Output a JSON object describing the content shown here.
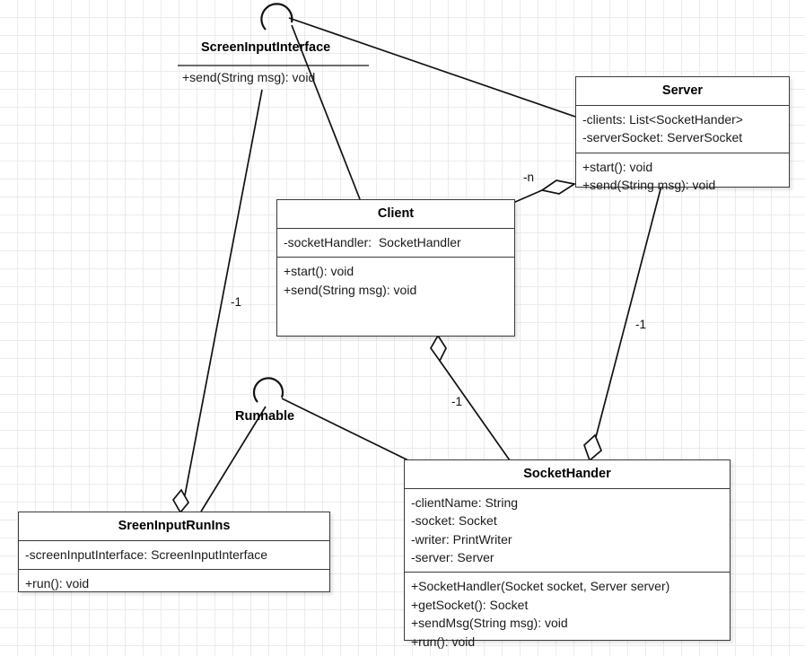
{
  "diagram": {
    "title": "Client-Server Socket UML Class Diagram",
    "type": "uml-class-diagram",
    "background_grid": true,
    "line_color": "#222222",
    "box_border_color": "#3a3a3a",
    "box_fill": "#ffffff"
  },
  "interfaces": [
    {
      "id": "screen-input-interface",
      "name": "ScreenInputInterface",
      "operations": [
        "+send(String msg): void"
      ]
    },
    {
      "id": "runnable",
      "name": "Runnable",
      "operations": []
    }
  ],
  "classes": [
    {
      "id": "server",
      "name": "Server",
      "attributes": [
        "-clients: List<SocketHander>",
        "-serverSocket: ServerSocket"
      ],
      "operations": [
        "+start(): void",
        "+send(String msg): void"
      ]
    },
    {
      "id": "client",
      "name": "Client",
      "attributes": [
        "-socketHandler:  SocketHandler"
      ],
      "operations": [
        "+start(): void",
        "+send(String msg): void"
      ]
    },
    {
      "id": "socket-hander",
      "name": "SocketHander",
      "attributes": [
        "-clientName: String",
        "-socket: Socket",
        "-writer: PrintWriter",
        "-server: Server"
      ],
      "operations": [
        "+SocketHandler(Socket socket, Server server)",
        "+getSocket(): Socket",
        "+sendMsg(String msg): void",
        "+run(): void"
      ]
    },
    {
      "id": "sreen-input-runins",
      "name": "SreenInputRunIns",
      "attributes": [
        "-screenInputInterface: ScreenInputInterface"
      ],
      "operations": [
        "+run(): void"
      ]
    }
  ],
  "relationships": [
    {
      "id": "rel-server-socket",
      "from": "Server",
      "to": "SocketHander",
      "multiplicity": "-1"
    },
    {
      "id": "rel-server-clients",
      "from": "Client",
      "to": "Server",
      "multiplicity": "-n"
    },
    {
      "id": "rel-client-socket",
      "from": "Client",
      "to": "SocketHander",
      "multiplicity": "-1"
    },
    {
      "id": "rel-screeninput-run",
      "from": "ScreenInputInterface",
      "to": "SreenInputRunIns",
      "multiplicity": "-1"
    }
  ]
}
